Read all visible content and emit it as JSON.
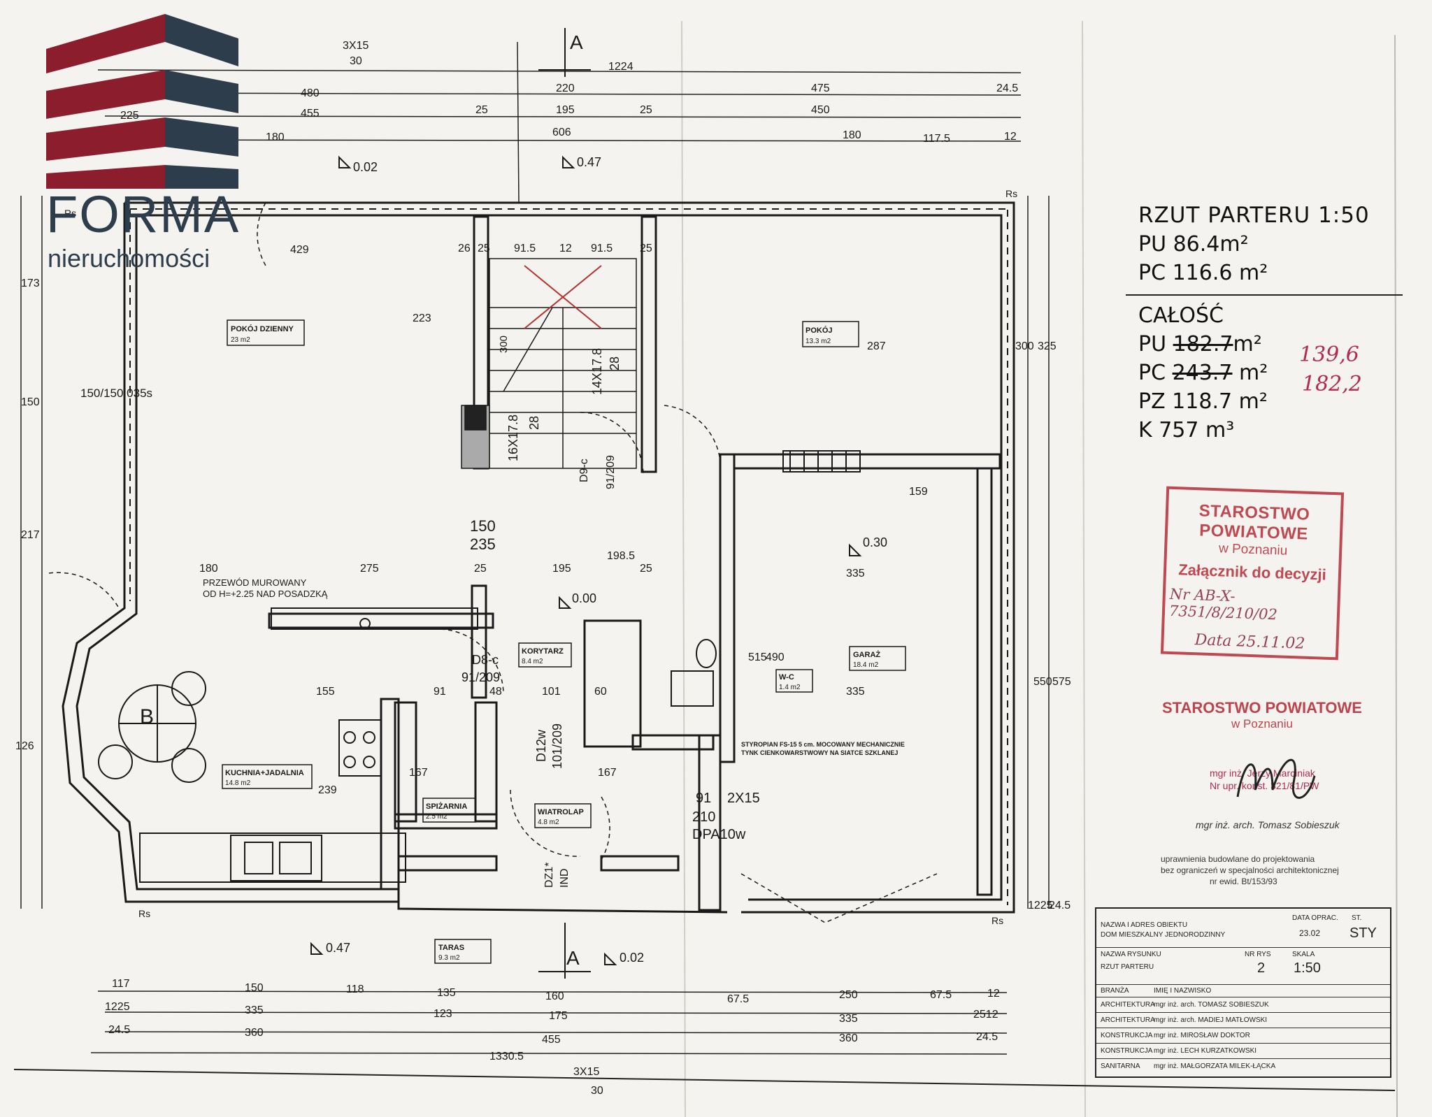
{
  "logo": {
    "word": "FORMA",
    "sub": "nieruchomości",
    "colors": {
      "red": "#8b1d2c",
      "navy": "#2e3d4c"
    }
  },
  "legend": {
    "title": "RZUT PARTERU 1:50",
    "pu": "PU 86.4m²",
    "pc": "PC 116.6 m²",
    "total_heading": "CAŁOŚĆ",
    "total_pu_label": "PU",
    "total_pu_old": "182.7",
    "total_pu_unit": "m²",
    "total_pu_new": "139,6",
    "total_pc_label": "PC",
    "total_pc_old": "243.7",
    "total_pc_unit": " m²",
    "total_pc_new": "182,2",
    "pz": "PZ 118.7 m²",
    "k": "K 757 m³"
  },
  "rooms": [
    {
      "name": "POKÓJ DZIENNY",
      "area": "23 m2"
    },
    {
      "name": "POKÓJ",
      "area": "13.3 m2"
    },
    {
      "name": "KORYTARZ",
      "area": "8.4 m2"
    },
    {
      "name": "GARAŻ",
      "area": "18.4 m2"
    },
    {
      "name": "W-C",
      "area": "1.4 m2"
    },
    {
      "name": "KUCHNIA+JADALNIA",
      "area": "14.8 m2"
    },
    {
      "name": "SPIŻARNIA",
      "area": "2.5 m2"
    },
    {
      "name": "WIATROLAP",
      "area": "4.8 m2"
    },
    {
      "name": "TARAS",
      "area": "9.3 m2"
    }
  ],
  "annotations": {
    "chimney": "PRZEWÓD MUROWANY",
    "chimney2": "OD H=+2.25 NAD POSADZKĄ",
    "insulation": "STYROPIAN FS-15 5 cm. MOCOWANY MECHANICZNIE",
    "insulation2": "TYNK CIENKOWARSTWOWY NA SIATCE SZKLANEJ",
    "stairs1": "16X17.8",
    "stairs1b": "28",
    "stairs2": "14X17.8",
    "stairs2b": "28",
    "stairs_rise": "300",
    "d8": "D8-c",
    "d8_size": "91/209",
    "d12": "D12w",
    "d12_size": "101/209",
    "d9": "D9-c",
    "d9_size": "91/209",
    "dz1": "DZ1*",
    "dz1_sub": "IND",
    "dpa": "DPA10w",
    "window_35": "150/150 035s",
    "section": "A",
    "b_mark": "B",
    "rs": "Rs"
  },
  "levels": [
    "0.02",
    "0.47",
    "0.00",
    "0.30",
    "0.47",
    "0.02"
  ],
  "dimensions_top": [
    "1224",
    "220",
    "480",
    "475",
    "24.5",
    "455",
    "25",
    "195",
    "25",
    "450",
    "606",
    "180",
    "180",
    "117.5",
    "12",
    "3X15",
    "30",
    "225"
  ],
  "dimensions_inner": [
    "429",
    "26",
    "25",
    "91.5",
    "12",
    "91.5",
    "25",
    "223",
    "287",
    "180",
    "275",
    "25",
    "195",
    "25",
    "335",
    "155",
    "91",
    "48",
    "101",
    "60",
    "335",
    "159",
    "150",
    "235",
    "198.5",
    "515",
    "490",
    "239",
    "167",
    "167",
    "91",
    "210",
    "2X15"
  ],
  "dimensions_bottom": [
    "117",
    "150",
    "118",
    "135",
    "160",
    "67.5",
    "250",
    "67.5",
    "12",
    "1225",
    "335",
    "123",
    "175",
    "335",
    "2512",
    "24.5",
    "360",
    "455",
    "360",
    "24.5",
    "1330.5",
    "3X15",
    "30"
  ],
  "dimensions_side": [
    "173",
    "150",
    "217",
    "126",
    "300",
    "325",
    "550",
    "575",
    "1225",
    "24.5"
  ],
  "stamp": {
    "line1": "STAROSTWO POWIATOWE",
    "line2": "w Poznaniu",
    "line3": "Załącznik do decyzji",
    "line4": "Nr AB-X-7351/8/210/02",
    "line5": "Data 25.11.02"
  },
  "stamp2": {
    "line1": "STAROSTWO POWIATOWE",
    "line2": "w Poznaniu"
  },
  "signatures": {
    "eng1": "mgr inż. Jerzy Marciniak",
    "eng1_no": "Nr upr. konst. 321/81/PW",
    "arch": "mgr inż. arch. Tomasz Sobieszuk",
    "perm1": "uprawnienia budowlane do projektowania",
    "perm2": "bez ograniczeń w specjalności architektonicznej",
    "perm3": "nr ewid. Bt/153/93"
  },
  "titleblock": {
    "obj_label": "NAZWA I ADRES OBIEKTU",
    "obj_value": "DOM MIESZKALNY JEDNORODZINNY",
    "date_label": "DATA OPRAC.",
    "date_value": "23.02",
    "stage_label": "ST.",
    "stage_value": "STY",
    "drawing_label": "NAZWA RYSUNKU",
    "drawing_value": "RZUT PARTERU",
    "nr_label": "NR RYS",
    "nr_value": "2",
    "scale_label": "SKALA",
    "scale_value": "1:50",
    "branza": "BRANŻA",
    "name_header": "IMIĘ I NAZWISKO",
    "rows": [
      {
        "branch": "ARCHITEKTURA",
        "name": "mgr inż. arch. TOMASZ SOBIESZUK"
      },
      {
        "branch": "ARCHITEKTURA",
        "name": "mgr inż. arch. MADIEJ MATŁOWSKI"
      },
      {
        "branch": "KONSTRUKCJA",
        "name": "mgr inż. MIROSŁAW DOKTOR"
      },
      {
        "branch": "KONSTRUKCJA",
        "name": "mgr inż. LECH KURZATKOWSKI"
      },
      {
        "branch": "SANITARNA",
        "name": "mgr inż. MAŁGORZATA MILEK-ŁĄCKA"
      }
    ]
  }
}
